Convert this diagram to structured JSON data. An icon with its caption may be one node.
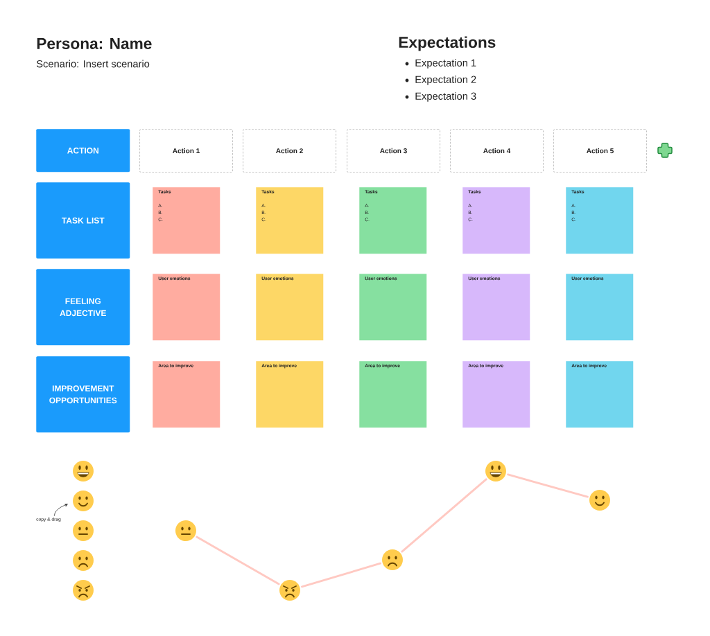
{
  "diagram": {
    "title": "Persona: Name",
    "nodes": [
      {
        "text": [
          "ACTION"
        ]
      },
      {
        "text": [
          "Action 1"
        ]
      },
      {
        "text": [
          "Action 2"
        ]
      },
      {
        "text": [
          "Action 3"
        ]
      },
      {
        "text": [
          "Action 4"
        ]
      },
      {
        "text": [
          "Action 5"
        ]
      },
      {
        "text": [
          "TASK LIST"
        ]
      },
      {
        "text": [
          "Tasks",
          "A.",
          "B.",
          "C."
        ]
      },
      {
        "text": [
          "Tasks",
          "A.",
          "B.",
          "C."
        ]
      },
      {
        "text": [
          "Tasks",
          "A.",
          "B.",
          "C."
        ]
      },
      {
        "text": [
          "Tasks",
          "A.",
          "B.",
          "C."
        ]
      },
      {
        "text": [
          "Tasks",
          "A.",
          "B.",
          "C."
        ]
      },
      {
        "text": [
          "FEELING ADJECTIVE"
        ]
      },
      {
        "text": [
          "User emotions"
        ]
      },
      {
        "text": [
          "User emotions"
        ]
      },
      {
        "text": [
          "User emotions"
        ]
      },
      {
        "text": [
          "User emotions"
        ]
      },
      {
        "text": [
          "User emotions"
        ]
      },
      {
        "text": [
          "IMPROVEMENT OPPORTUNITIES"
        ]
      },
      {
        "text": [
          "Area to improve"
        ]
      },
      {
        "text": [
          "Area to improve"
        ]
      },
      {
        "text": [
          "Area to improve"
        ]
      },
      {
        "text": [
          "Area to improve"
        ]
      },
      {
        "text": [
          "Area to improve"
        ]
      },
      {
        "text": [
          "copy & drag"
        ]
      },
      {
        "text": [],
        "shape": "circle"
      },
      {
        "text": [],
        "shape": "circle"
      },
      {
        "text": [],
        "shape": "circle"
      },
      {
        "text": [],
        "shape": "circle"
      },
      {
        "text": [],
        "shape": "circle"
      },
      {
        "text": [],
        "shape": "circle"
      },
      {
        "text": [],
        "shape": "circle"
      },
      {
        "text": [],
        "shape": "circle"
      },
      {
        "text": [],
        "shape": "circle"
      },
      {
        "text": [],
        "shape": "circle"
      }
    ],
    "edges": [
      {
        "from": 24,
        "to": 26,
        "arrow": "to",
        "color": "#333333"
      },
      {
        "from": 30,
        "to": 31,
        "arrow": "none"
      },
      {
        "from": 31,
        "to": 32,
        "arrow": "none"
      },
      {
        "from": 32,
        "to": 33,
        "arrow": "none"
      },
      {
        "from": 33,
        "to": 34,
        "arrow": "none"
      }
    ],
    "labels": [
      "Scenario: Insert scenario",
      "Expectations",
      "Expectation 1",
      "Expectation 2",
      "Expectation 3"
    ]
  }
}
